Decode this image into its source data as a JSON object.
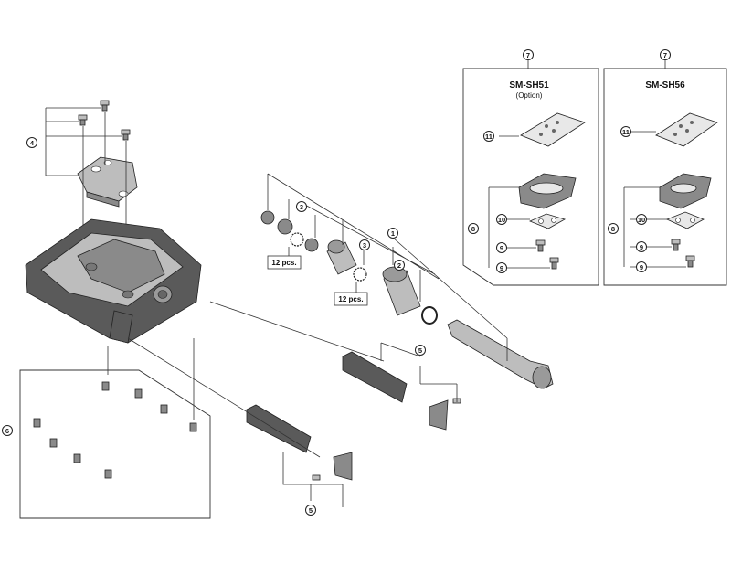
{
  "callouts": {
    "c1": "1",
    "c2": "2",
    "c3a": "3",
    "c3b": "3",
    "c4": "4",
    "c5a": "5",
    "c5b": "5",
    "c6": "6",
    "c7a": "7",
    "c7b": "7",
    "c8a": "8",
    "c8b": "8",
    "c9a": "9",
    "c9b": "9",
    "c9c": "9",
    "c9d": "9",
    "c10a": "10",
    "c10b": "10",
    "c11a": "11",
    "c11b": "11"
  },
  "qty_labels": {
    "q1": "12 pcs.",
    "q2": "12 pcs."
  },
  "cleat_boxes": {
    "left": {
      "title": "SM-SH51",
      "subtitle": "(Option)"
    },
    "right": {
      "title": "SM-SH56"
    }
  }
}
